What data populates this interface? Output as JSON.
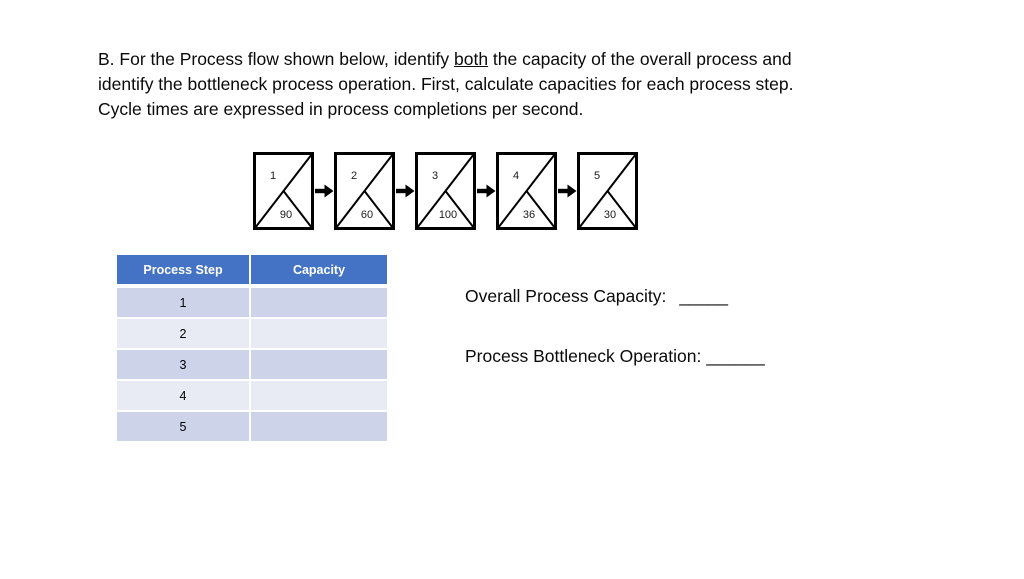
{
  "intro": {
    "line1_pre": "B. For the Process flow shown below, identify ",
    "line1_underline": "both",
    "line1_post": " the capacity of the overall process and",
    "line2": "identify the bottleneck process operation. First, calculate capacities for each process step.",
    "line3": "Cycle times are expressed in process completions per second."
  },
  "process_flow": {
    "steps": [
      {
        "step": "1",
        "cycle_time": "90"
      },
      {
        "step": "2",
        "cycle_time": "60"
      },
      {
        "step": "3",
        "cycle_time": "100"
      },
      {
        "step": "4",
        "cycle_time": "36"
      },
      {
        "step": "5",
        "cycle_time": "30"
      }
    ]
  },
  "table": {
    "headers": [
      "Process Step",
      "Capacity"
    ],
    "rows": [
      {
        "step": "1",
        "capacity": ""
      },
      {
        "step": "2",
        "capacity": ""
      },
      {
        "step": "3",
        "capacity": ""
      },
      {
        "step": "4",
        "capacity": ""
      },
      {
        "step": "5",
        "capacity": ""
      }
    ],
    "colors": {
      "header_bg": "#4472C4",
      "header_text": "#FFFFFF",
      "row_odd_bg": "#CDD3E9",
      "row_even_bg": "#E9EBF4"
    }
  },
  "questions": {
    "overall_capacity_label": "Overall Process Capacity:",
    "overall_capacity_blank": "_____",
    "bottleneck_label": "Process Bottleneck Operation:",
    "bottleneck_blank": "______"
  }
}
